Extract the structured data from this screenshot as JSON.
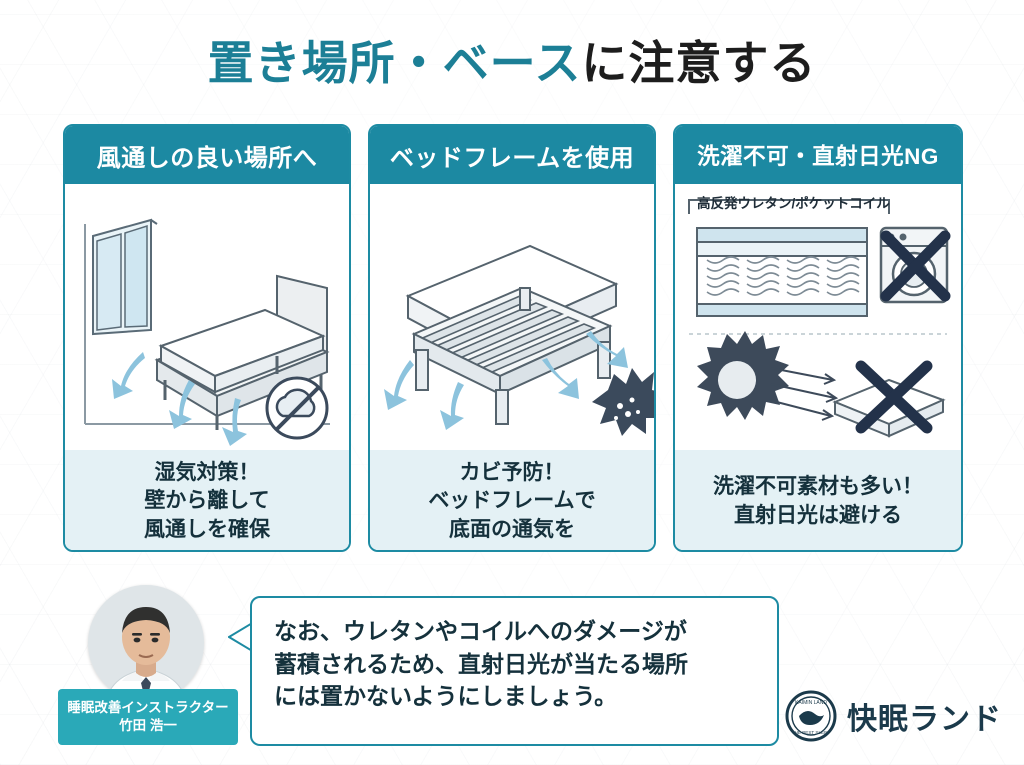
{
  "title": {
    "accent": "置き場所・ベース",
    "rest": "に注意する"
  },
  "cards": [
    {
      "heading": "風通しの良い場所へ",
      "caption_lines": [
        "湿気対策！",
        "壁から離して",
        "風通しを確保"
      ],
      "art_labels": []
    },
    {
      "heading": "ベッドフレームを使用",
      "caption_lines": [
        "カビ予防！",
        "ベッドフレームで",
        "底面の通気を"
      ],
      "art_labels": []
    },
    {
      "heading": "洗濯不可・直射日光NG",
      "caption_lines": [
        "洗濯不可素材も多い！",
        "直射日光は避ける"
      ],
      "art_labels": [
        "高反発ウレタン/ポケットコイル"
      ]
    }
  ],
  "speaker": {
    "role": "睡眠改善インストラクター",
    "name": "竹田 浩一"
  },
  "bubble": {
    "lines": [
      "なお、ウレタンやコイルへのダメージが",
      "蓄積されるため、直射日光が当たる場所",
      "には置かないようにしましょう。"
    ]
  },
  "logo": {
    "brand": "快眠ランド",
    "mark_top": "KAIMIN LAND",
    "mark_bottom": "THE BEST SLEEP"
  },
  "colors": {
    "teal": "#1c89a2",
    "teal_dark": "#1b6f84",
    "caption_bg": "#e4f1f5",
    "nameplate": "#2aa9b8",
    "ink": "#15313c",
    "arrow_blue": "#8cc3dd",
    "navy": "#23324a"
  }
}
